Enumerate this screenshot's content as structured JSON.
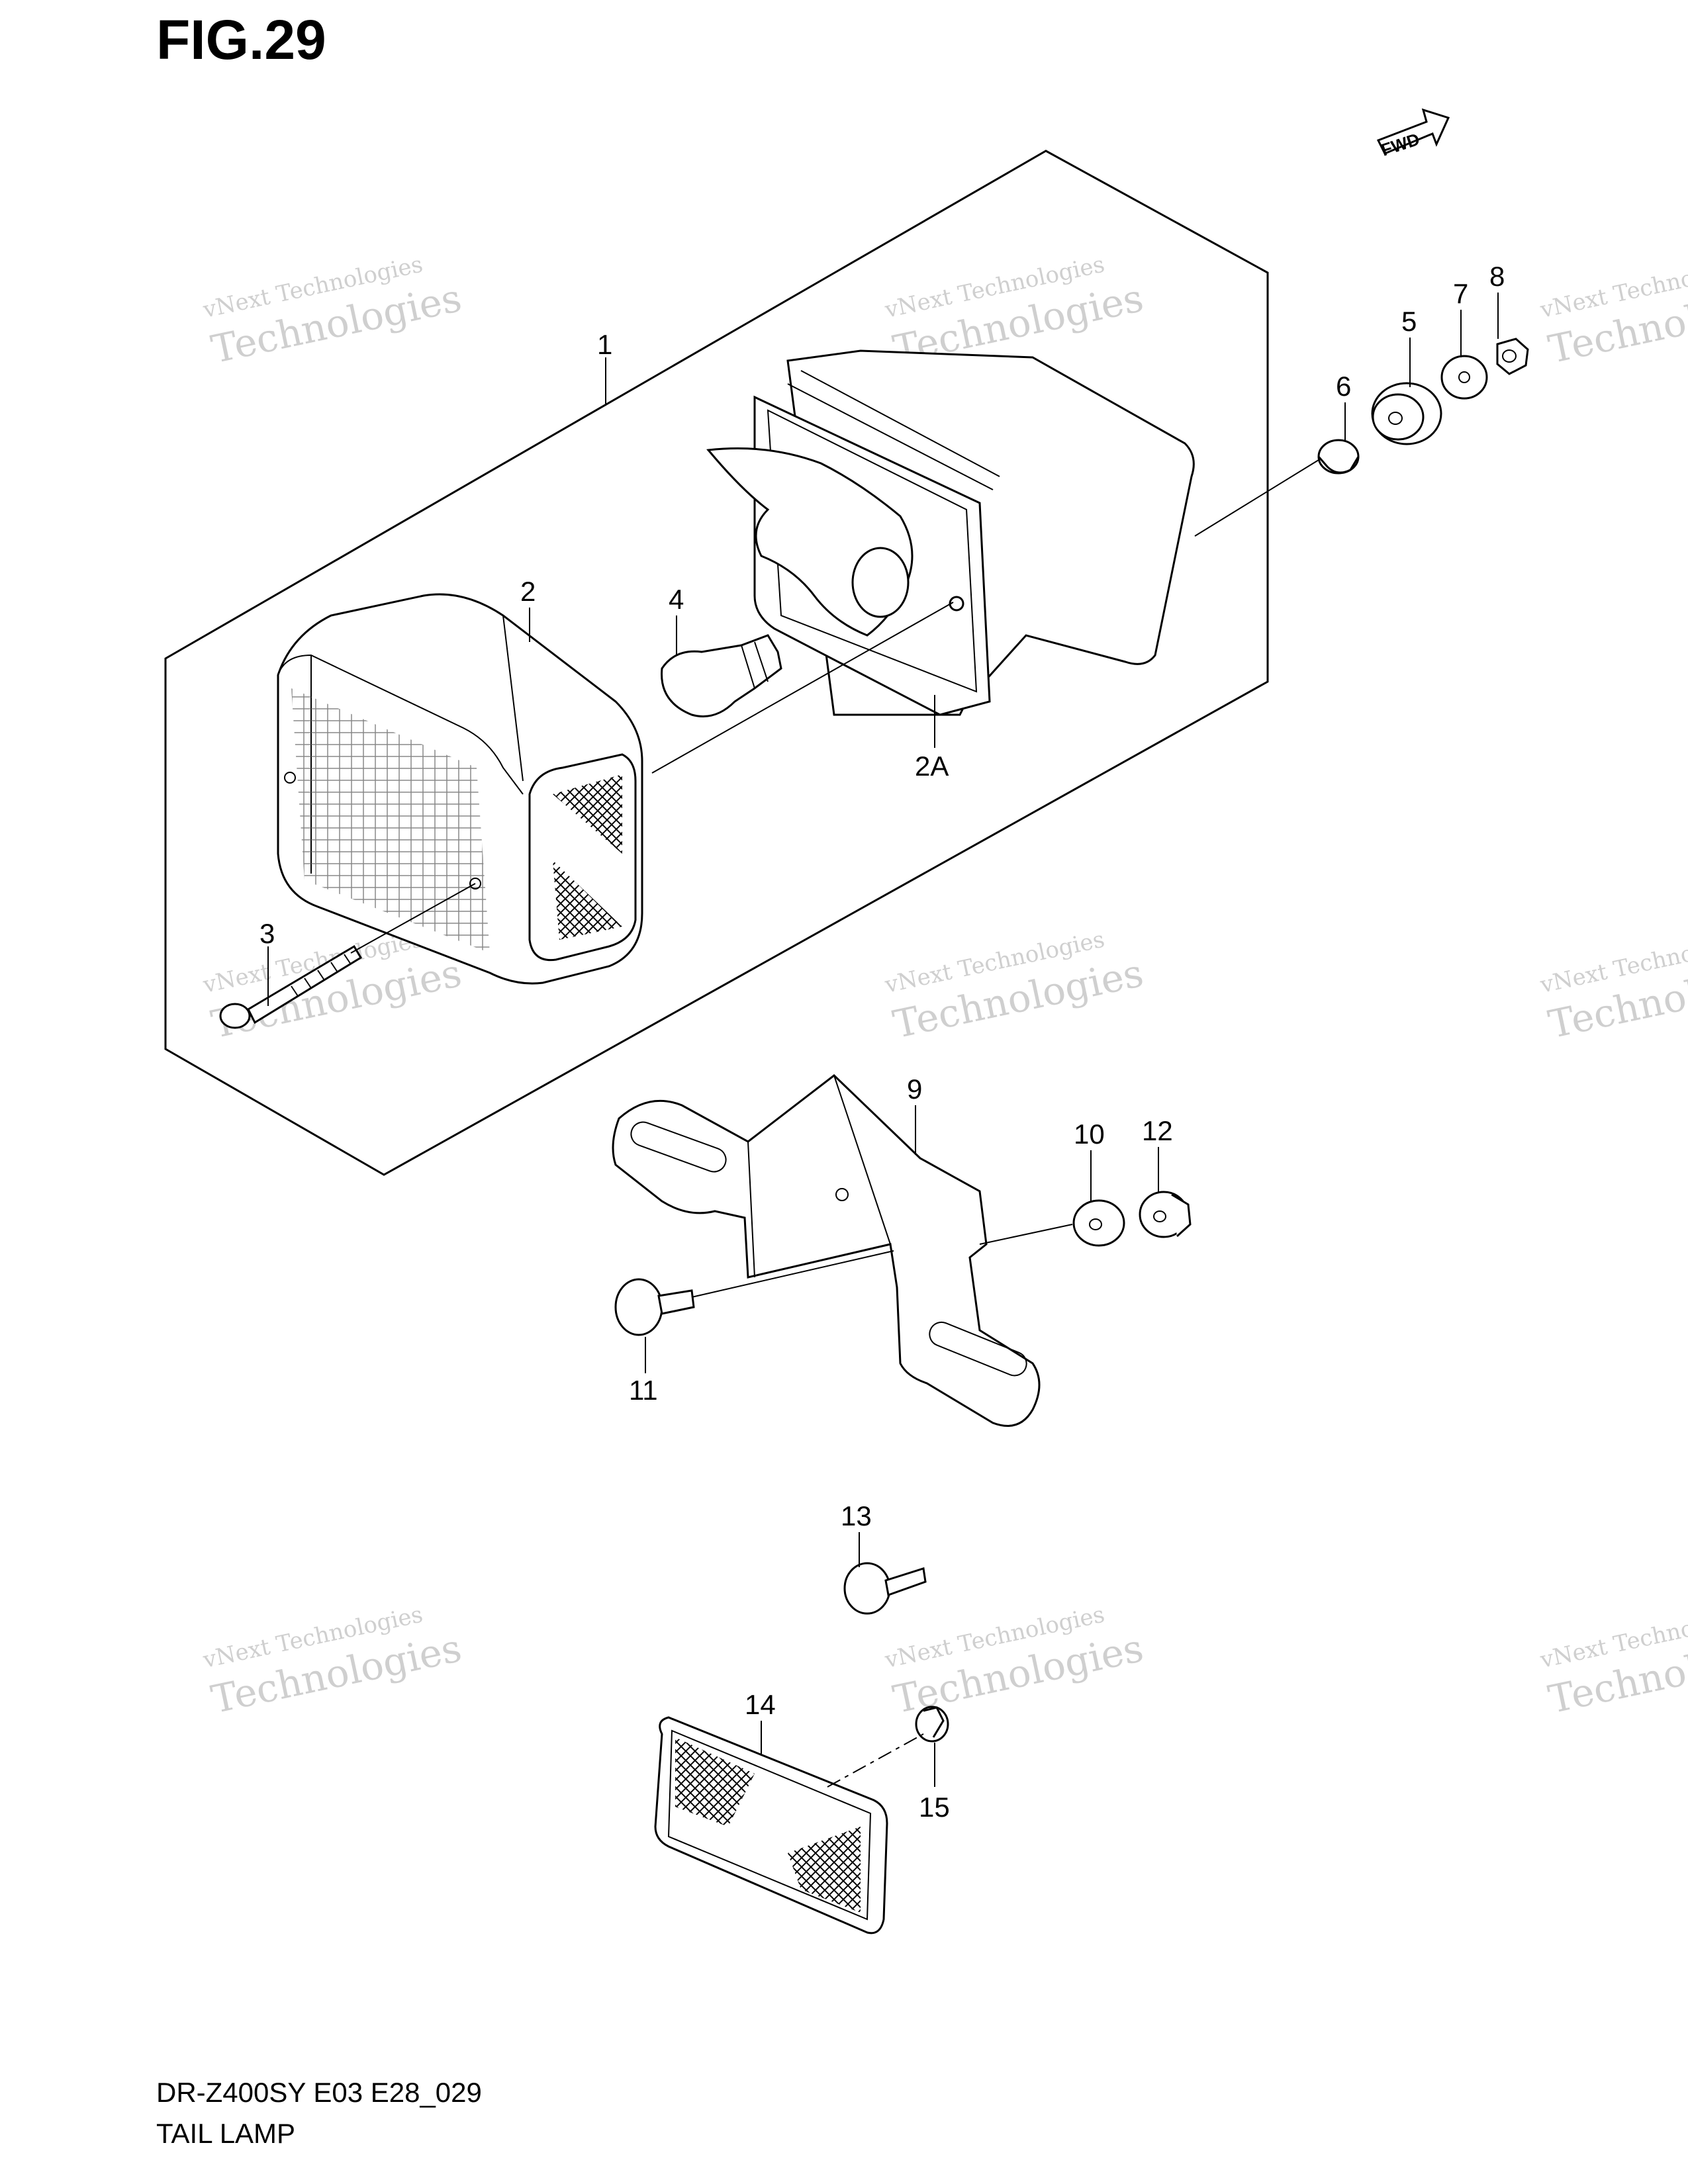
{
  "figure": {
    "title": "FIG.29"
  },
  "fwd_label": "FWD",
  "callouts": [
    "1",
    "2",
    "2A",
    "3",
    "4",
    "5",
    "6",
    "7",
    "8",
    "9",
    "10",
    "11",
    "12",
    "13",
    "14",
    "15"
  ],
  "watermark": {
    "line1": "vNext Technologies",
    "line2": "Technologies"
  },
  "footer": {
    "model_code": "DR-Z400SY E03 E28_029",
    "section_name": "TAIL LAMP"
  }
}
